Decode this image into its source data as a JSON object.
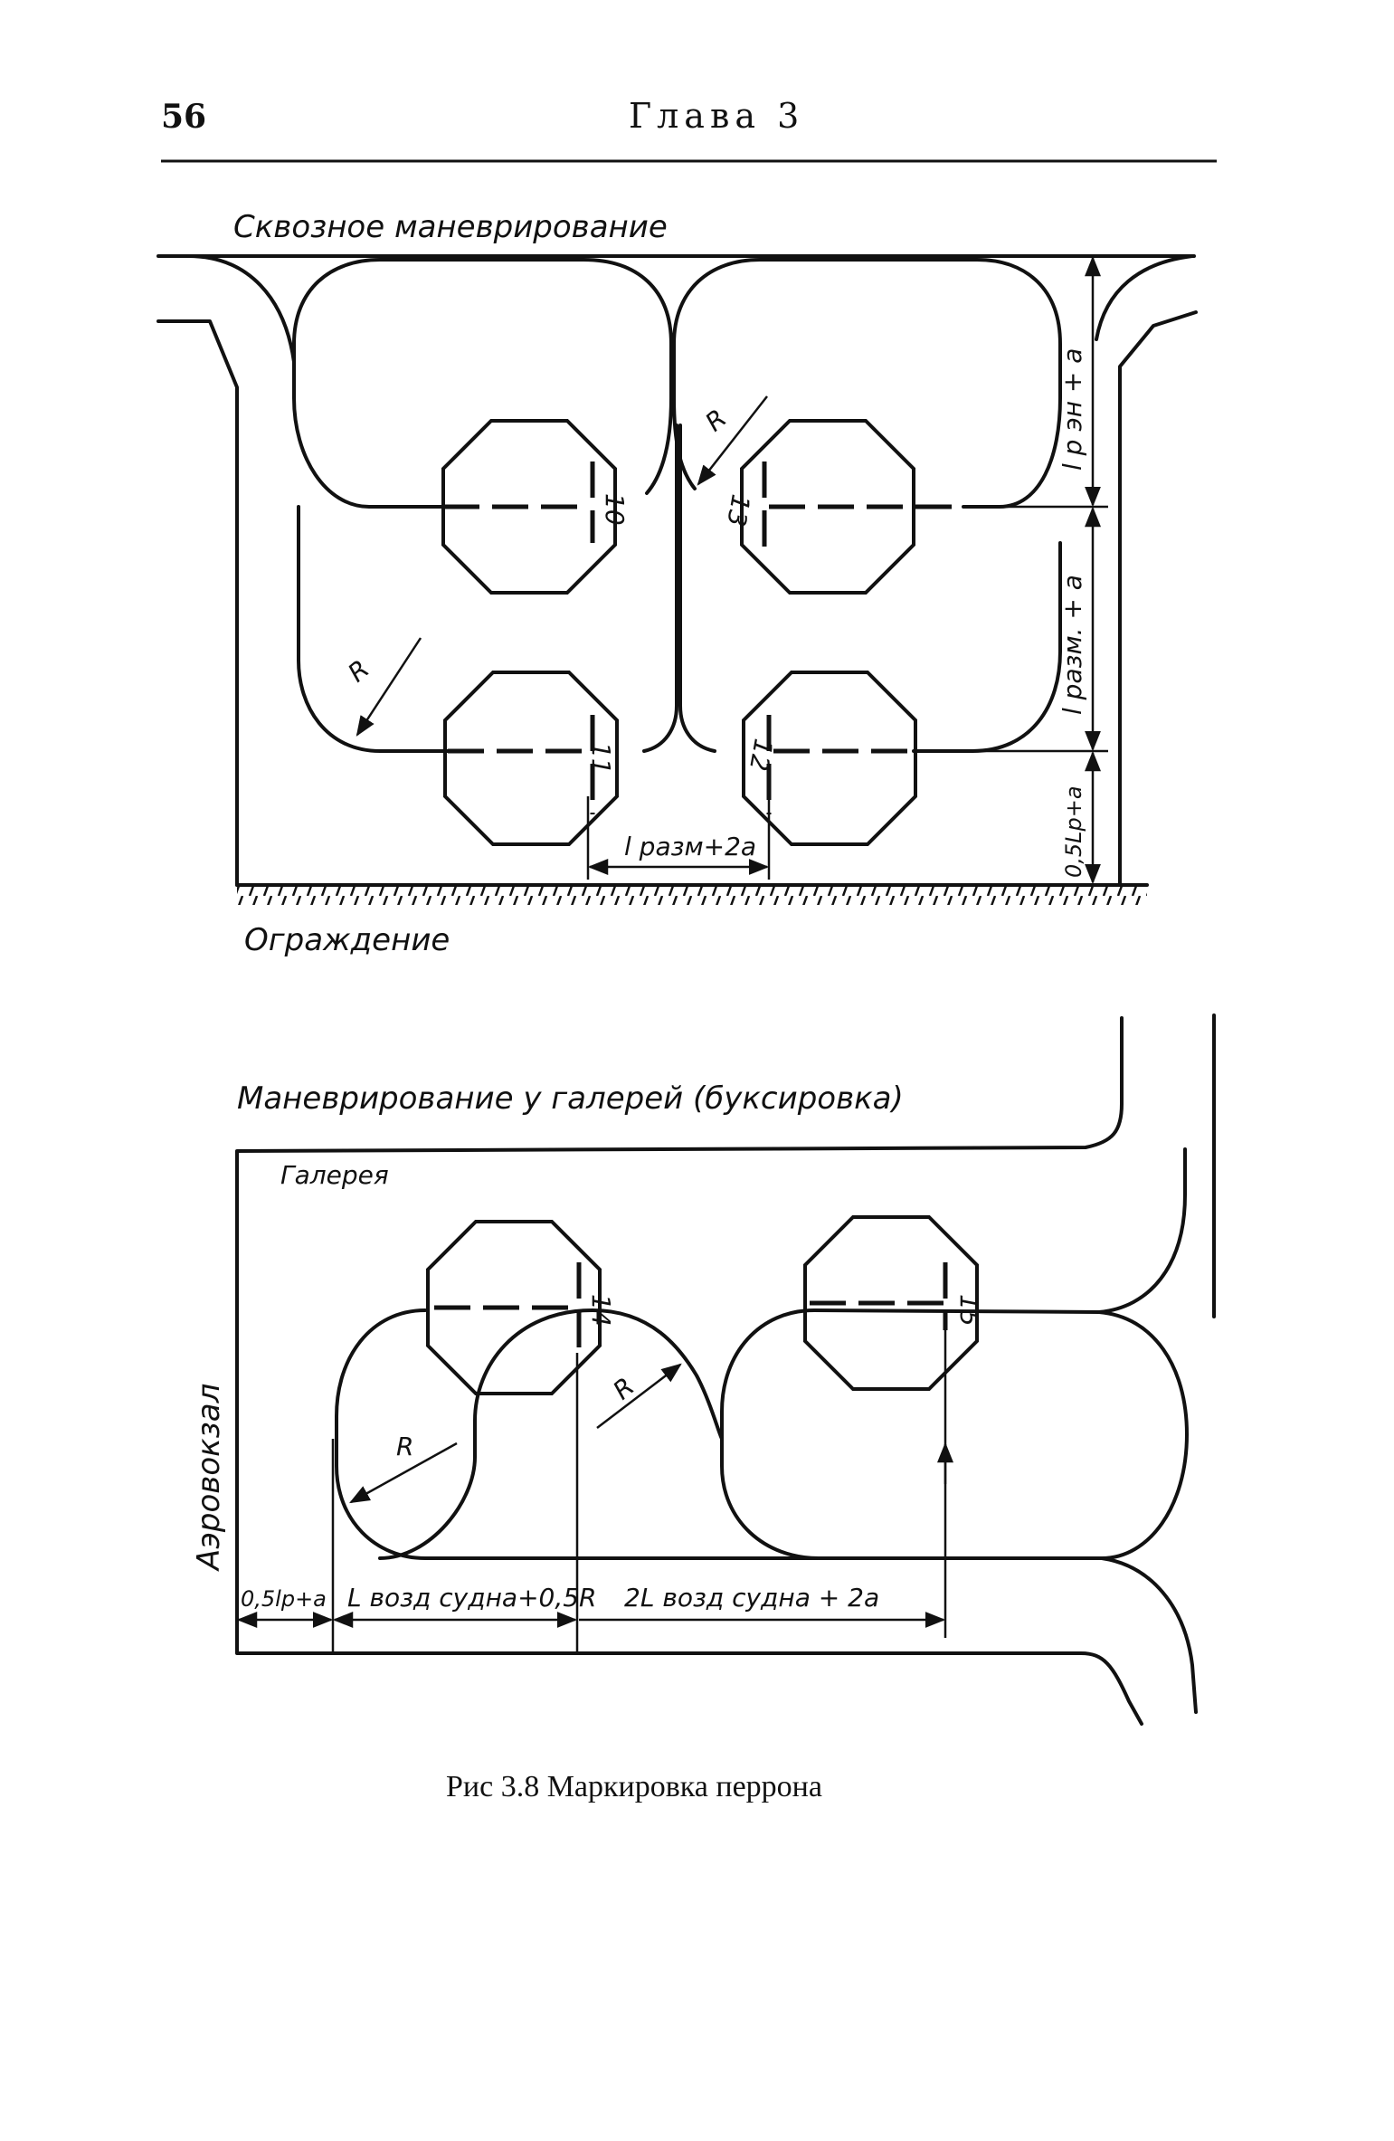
{
  "header": {
    "page_number": "56",
    "chapter": "Глава 3"
  },
  "diagram_top": {
    "title": "Сквозное маневрирование",
    "stand_numbers": [
      "10",
      "11",
      "12",
      "13"
    ],
    "radius_label": "R",
    "dim_clearance": "l разм+2а",
    "dim_vertical_1": "l р эн + а",
    "dim_vertical_2": "l разм. + а",
    "dim_vertical_3": "0,5Lр+а",
    "fence_label": "Ограждение"
  },
  "diagram_bottom": {
    "title": "Маневрирование у галерей (буксировка)",
    "gallery_label": "Галерея",
    "terminal_label": "Аэровокзал",
    "stand_numbers": [
      "14",
      "15"
    ],
    "radius_label": "R",
    "dim_1": "0,5lр+а",
    "dim_2": "L возд судна+0,5R",
    "dim_3": "2L возд судна + 2а"
  },
  "caption": "Рис 3.8 Маркировка перрона"
}
